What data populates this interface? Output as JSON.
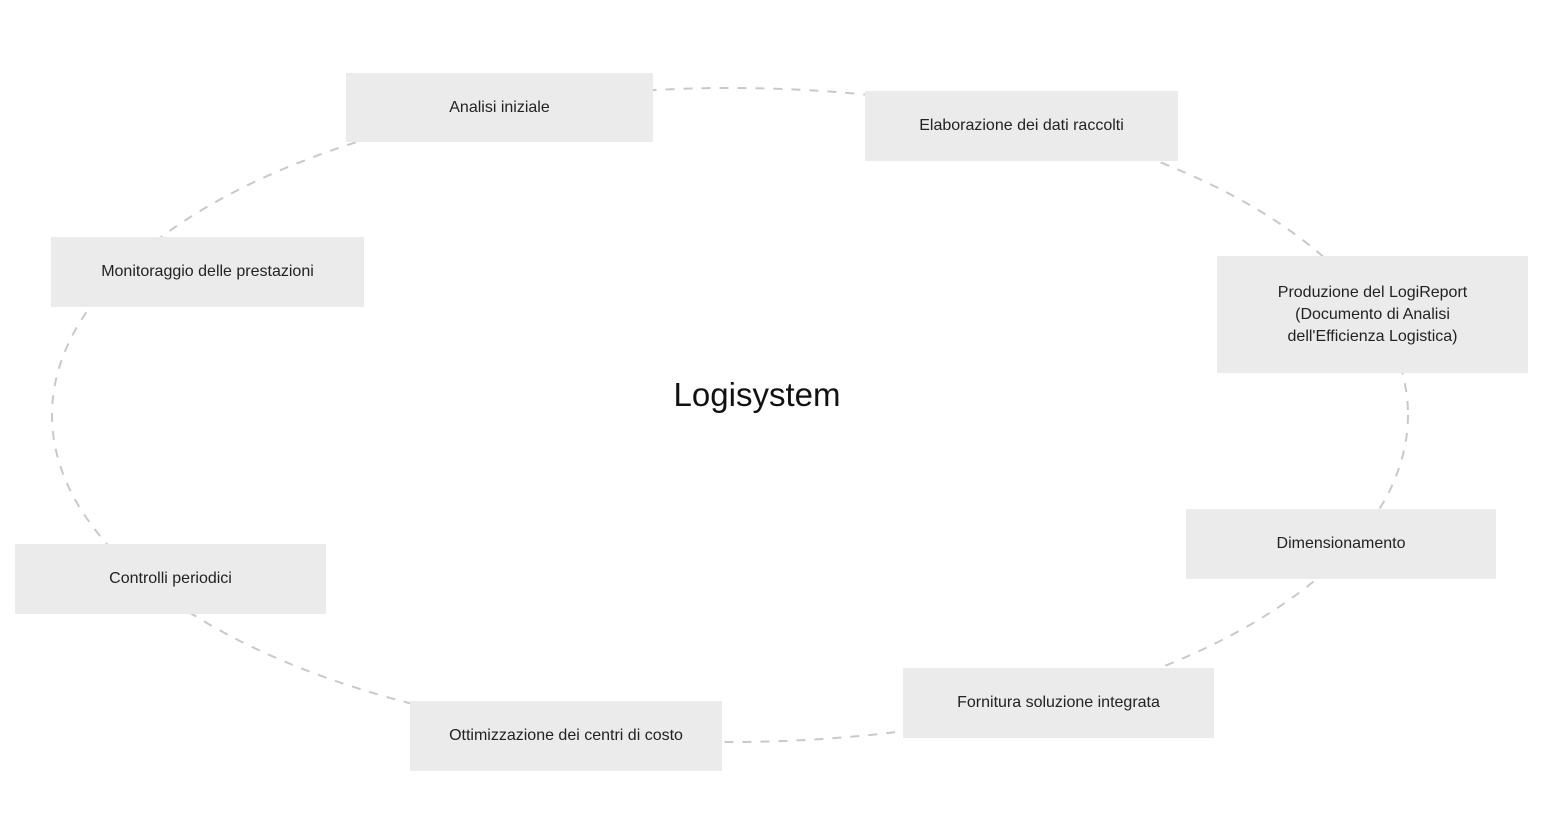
{
  "diagram": {
    "center_label": "Logisystem",
    "nodes": [
      {
        "label": "Analisi iniziale"
      },
      {
        "label": "Elaborazione dei dati raccolti"
      },
      {
        "label": "Produzione del LogiReport (Documento di Analisi dell'Efficienza Logistica)"
      },
      {
        "label": "Dimensionamento"
      },
      {
        "label": "Fornitura soluzione integrata"
      },
      {
        "label": "Ottimizzazione dei centri di costo"
      },
      {
        "label": "Controlli periodici"
      },
      {
        "label": "Monitoraggio delle prestazioni"
      }
    ],
    "colors": {
      "background": "#ffffff",
      "node_fill": "#ebebeb",
      "node_text": "#222222",
      "dashed_path": "#c9c9c9",
      "title_text": "#111111"
    }
  }
}
